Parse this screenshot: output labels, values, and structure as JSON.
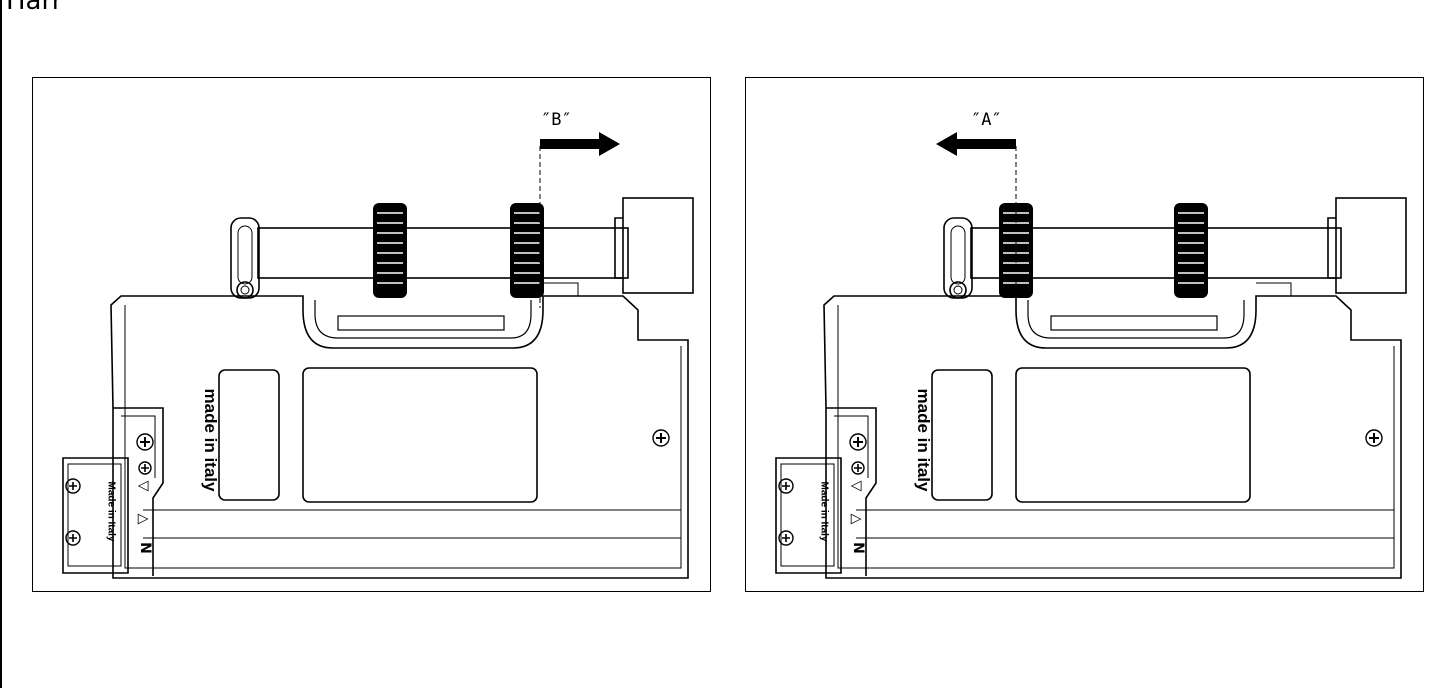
{
  "page": {
    "corner_title": "Harr"
  },
  "panels": [
    {
      "id": "left",
      "arrow_label": "″B″",
      "arrow_direction": "right",
      "tag_text": "made in italy",
      "cover_text": "Made in Italy",
      "symbols": [
        "▽",
        "△",
        "N"
      ]
    },
    {
      "id": "right",
      "arrow_label": "″A″",
      "arrow_direction": "left",
      "tag_text": "made in italy",
      "cover_text": "Made in Italy",
      "symbols": [
        "▽",
        "△",
        "N"
      ]
    }
  ]
}
